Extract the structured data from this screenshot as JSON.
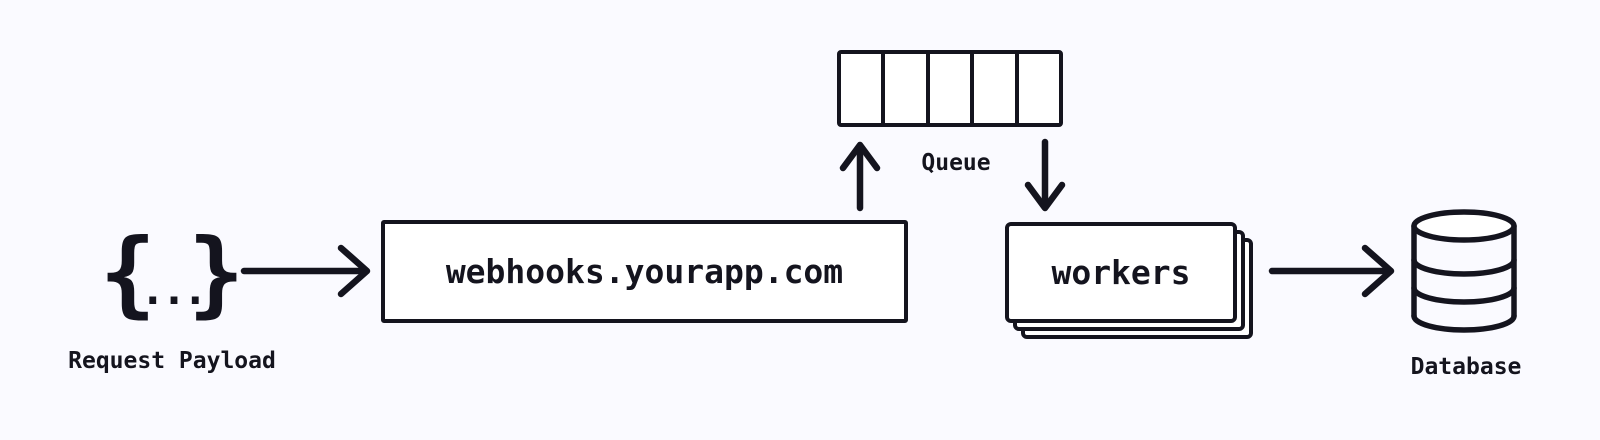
{
  "canvas": {
    "background": "#fafaff",
    "ink": "#14141e",
    "node_background": "#ffffff"
  },
  "nodes": {
    "request_payload": {
      "brace_left": "{",
      "dots": "...",
      "brace_right": "}",
      "label": "Request Payload"
    },
    "webhook_server": {
      "label": "webhooks.yourapp.com"
    },
    "queue": {
      "label": "Queue",
      "cell_count": 5
    },
    "workers": {
      "label": "workers",
      "stack_layers": 3
    },
    "database": {
      "label": "Database"
    }
  },
  "edges": [
    {
      "from": "request-payload",
      "to": "webhook-server",
      "direction": "right"
    },
    {
      "from": "webhook-server",
      "to": "queue",
      "direction": "up"
    },
    {
      "from": "queue",
      "to": "workers",
      "direction": "down"
    },
    {
      "from": "workers",
      "to": "database",
      "direction": "right"
    }
  ]
}
